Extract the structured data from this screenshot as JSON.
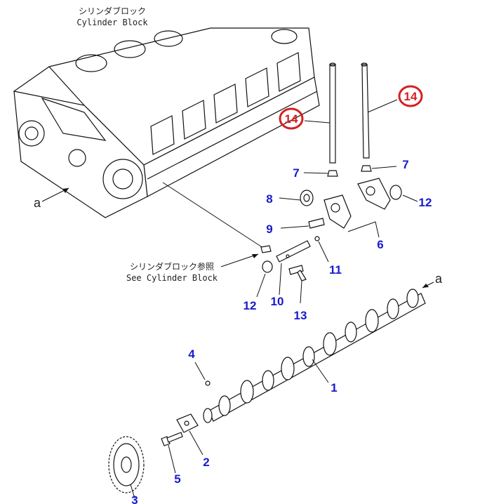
{
  "captions": {
    "cylinder_block_jp": "シリンダブロック",
    "cylinder_block_en": "Cylinder Block",
    "see_block_jp": "シリンダブロック参照",
    "see_block_en": "See Cylinder Block"
  },
  "reference_marks": {
    "a_left": "a",
    "a_right": "a"
  },
  "callouts": [
    {
      "id": "p14a",
      "label": "14",
      "highlighted": true
    },
    {
      "id": "p14b",
      "label": "14",
      "highlighted": true
    },
    {
      "id": "p7a",
      "label": "7"
    },
    {
      "id": "p7b",
      "label": "7"
    },
    {
      "id": "p8",
      "label": "8"
    },
    {
      "id": "p12a",
      "label": "12"
    },
    {
      "id": "p9",
      "label": "9"
    },
    {
      "id": "p6",
      "label": "6"
    },
    {
      "id": "p11",
      "label": "11"
    },
    {
      "id": "p12b",
      "label": "12"
    },
    {
      "id": "p10",
      "label": "10"
    },
    {
      "id": "p13",
      "label": "13"
    },
    {
      "id": "p4",
      "label": "4"
    },
    {
      "id": "p1",
      "label": "1"
    },
    {
      "id": "p2",
      "label": "2"
    },
    {
      "id": "p5",
      "label": "5"
    },
    {
      "id": "p3",
      "label": "3"
    }
  ],
  "colors": {
    "callout_text": "#1a1acc",
    "highlight_ring": "#d42020",
    "line_art": "#111111"
  }
}
